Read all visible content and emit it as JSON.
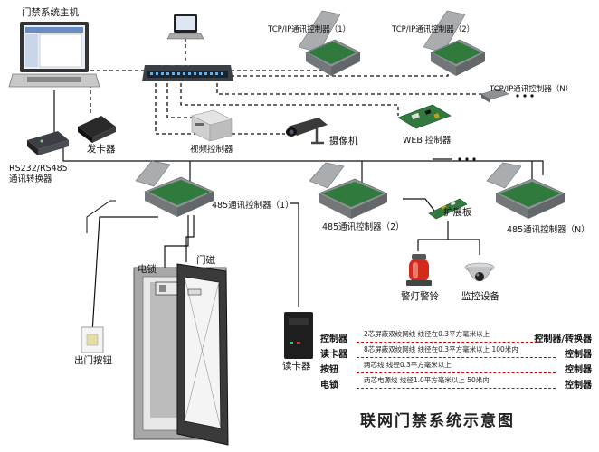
{
  "diagram": {
    "title": "联网门禁系统示意图",
    "nodes": {
      "host": "门禁系统主机",
      "switch": "交换机",
      "card_issuer": "发卡器",
      "converter": "RS232/RS485\n通讯转换器",
      "video_ctrl": "视频控制器",
      "camera": "摄像机",
      "web_ctrl": "WEB 控制器",
      "tcp1": "TCP/IP通讯控制器（1）",
      "tcp2": "TCP/IP通讯控制器（2）",
      "tcpn": "TCP/IP通讯控制器（N）",
      "c485_1": "485通讯控制器（1）",
      "c485_2": "485通讯控制器（2）",
      "c485_n": "485通讯控制器（N）",
      "expansion": "扩展板",
      "alarm": "警灯警铃",
      "monitor": "监控设备",
      "lock": "电锁",
      "door_sensor": "门磁",
      "exit_button": "出门按钮",
      "reader": "读卡器"
    },
    "legend": [
      {
        "left": "控制器",
        "desc": "2芯屏蔽双绞网线  线径在0.3平方毫米以上",
        "right": "控制器/转换器"
      },
      {
        "left": "读卡器",
        "desc": "8芯屏蔽双绞网线  线径在0.3平方毫米以上   100米内",
        "right": "控制器"
      },
      {
        "left": "按钮",
        "desc": "两芯线  线径0.3平方毫米以上",
        "right": "控制器"
      },
      {
        "left": "电锁",
        "desc": "两芯电源线  线径1.0平方毫米以上   50米内",
        "right": "控制器"
      }
    ]
  },
  "colors": {
    "line": "#111111",
    "legend_dash": "#cc0000",
    "controller_body": "#8e9295",
    "board": "#2f7a3c",
    "alarm": "#d42a1e"
  },
  "icons": [
    "laptop-icon",
    "computer-icon",
    "switch-icon",
    "card-issuer-icon",
    "converter-icon",
    "video-controller-icon",
    "camera-icon",
    "web-controller-icon",
    "controller-box-icon",
    "expansion-board-icon",
    "alarm-light-icon",
    "dome-camera-icon",
    "door-icon",
    "exit-button-icon",
    "card-reader-icon"
  ]
}
